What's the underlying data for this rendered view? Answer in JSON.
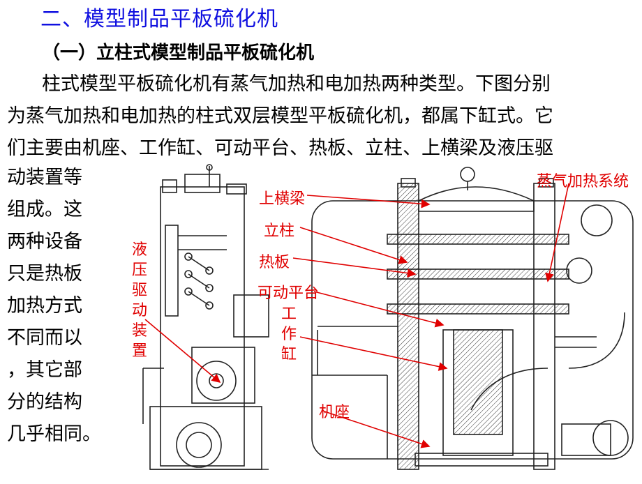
{
  "title": "二、模型制品平板硫化机",
  "subtitle": "（一）立柱式模型制品平板硫化机",
  "paragraph_lines": [
    "柱式模型平板硫化机有蒸气加热和电加热两种类型。下图分别",
    "为蒸气加热和电加热的柱式双层模型平板硫化机，都属下缸式。它",
    "们主要由机座、工作缸、可动平台、热板、立柱、上横梁及液压驱"
  ],
  "side_lines": [
    "动装置等",
    "组成。这",
    "两种设备",
    "只是热板",
    "加热方式",
    "不同而以",
    "，其它部",
    "分的结构",
    "几乎相同。"
  ],
  "figure_labels": {
    "top_beam": "上横梁",
    "column": "立柱",
    "hot_plate": "热板",
    "movable_platform": "可动平台",
    "work_cylinder": "工作缸",
    "base": "机座",
    "hydraulic_drive": "液压驱动装置",
    "steam_heating_system": "蒸气加热系统"
  },
  "colors": {
    "title": "#1010e0",
    "label": "#e00000",
    "drawing": "#222222"
  }
}
